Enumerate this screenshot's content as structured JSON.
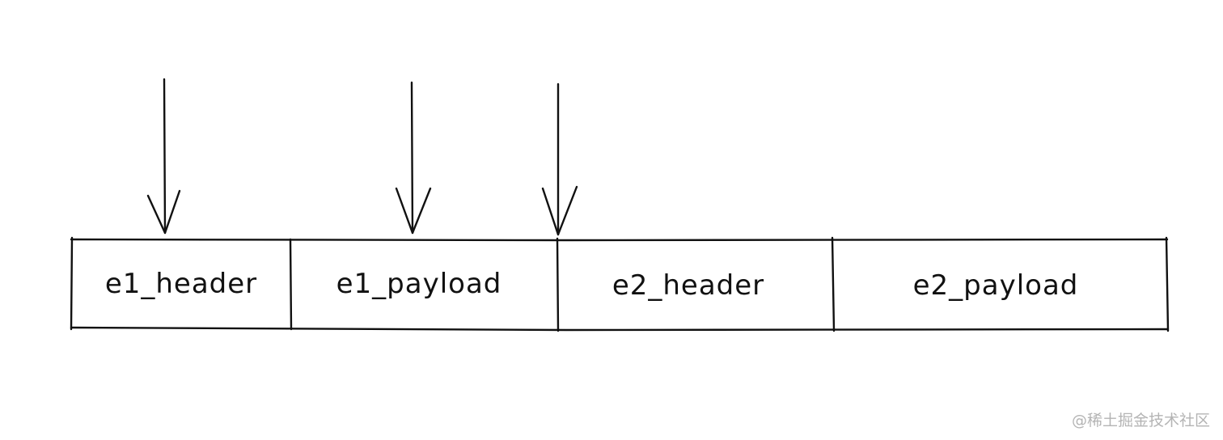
{
  "cells": [
    {
      "label": "e1_header"
    },
    {
      "label": "e1_payload"
    },
    {
      "label": "e2_header"
    },
    {
      "label": "e2_payload"
    }
  ],
  "pointers": [
    {
      "target": "e1_header"
    },
    {
      "target": "e1_payload"
    },
    {
      "target": "e2_header"
    }
  ],
  "watermark": "@稀土掘金技术社区"
}
